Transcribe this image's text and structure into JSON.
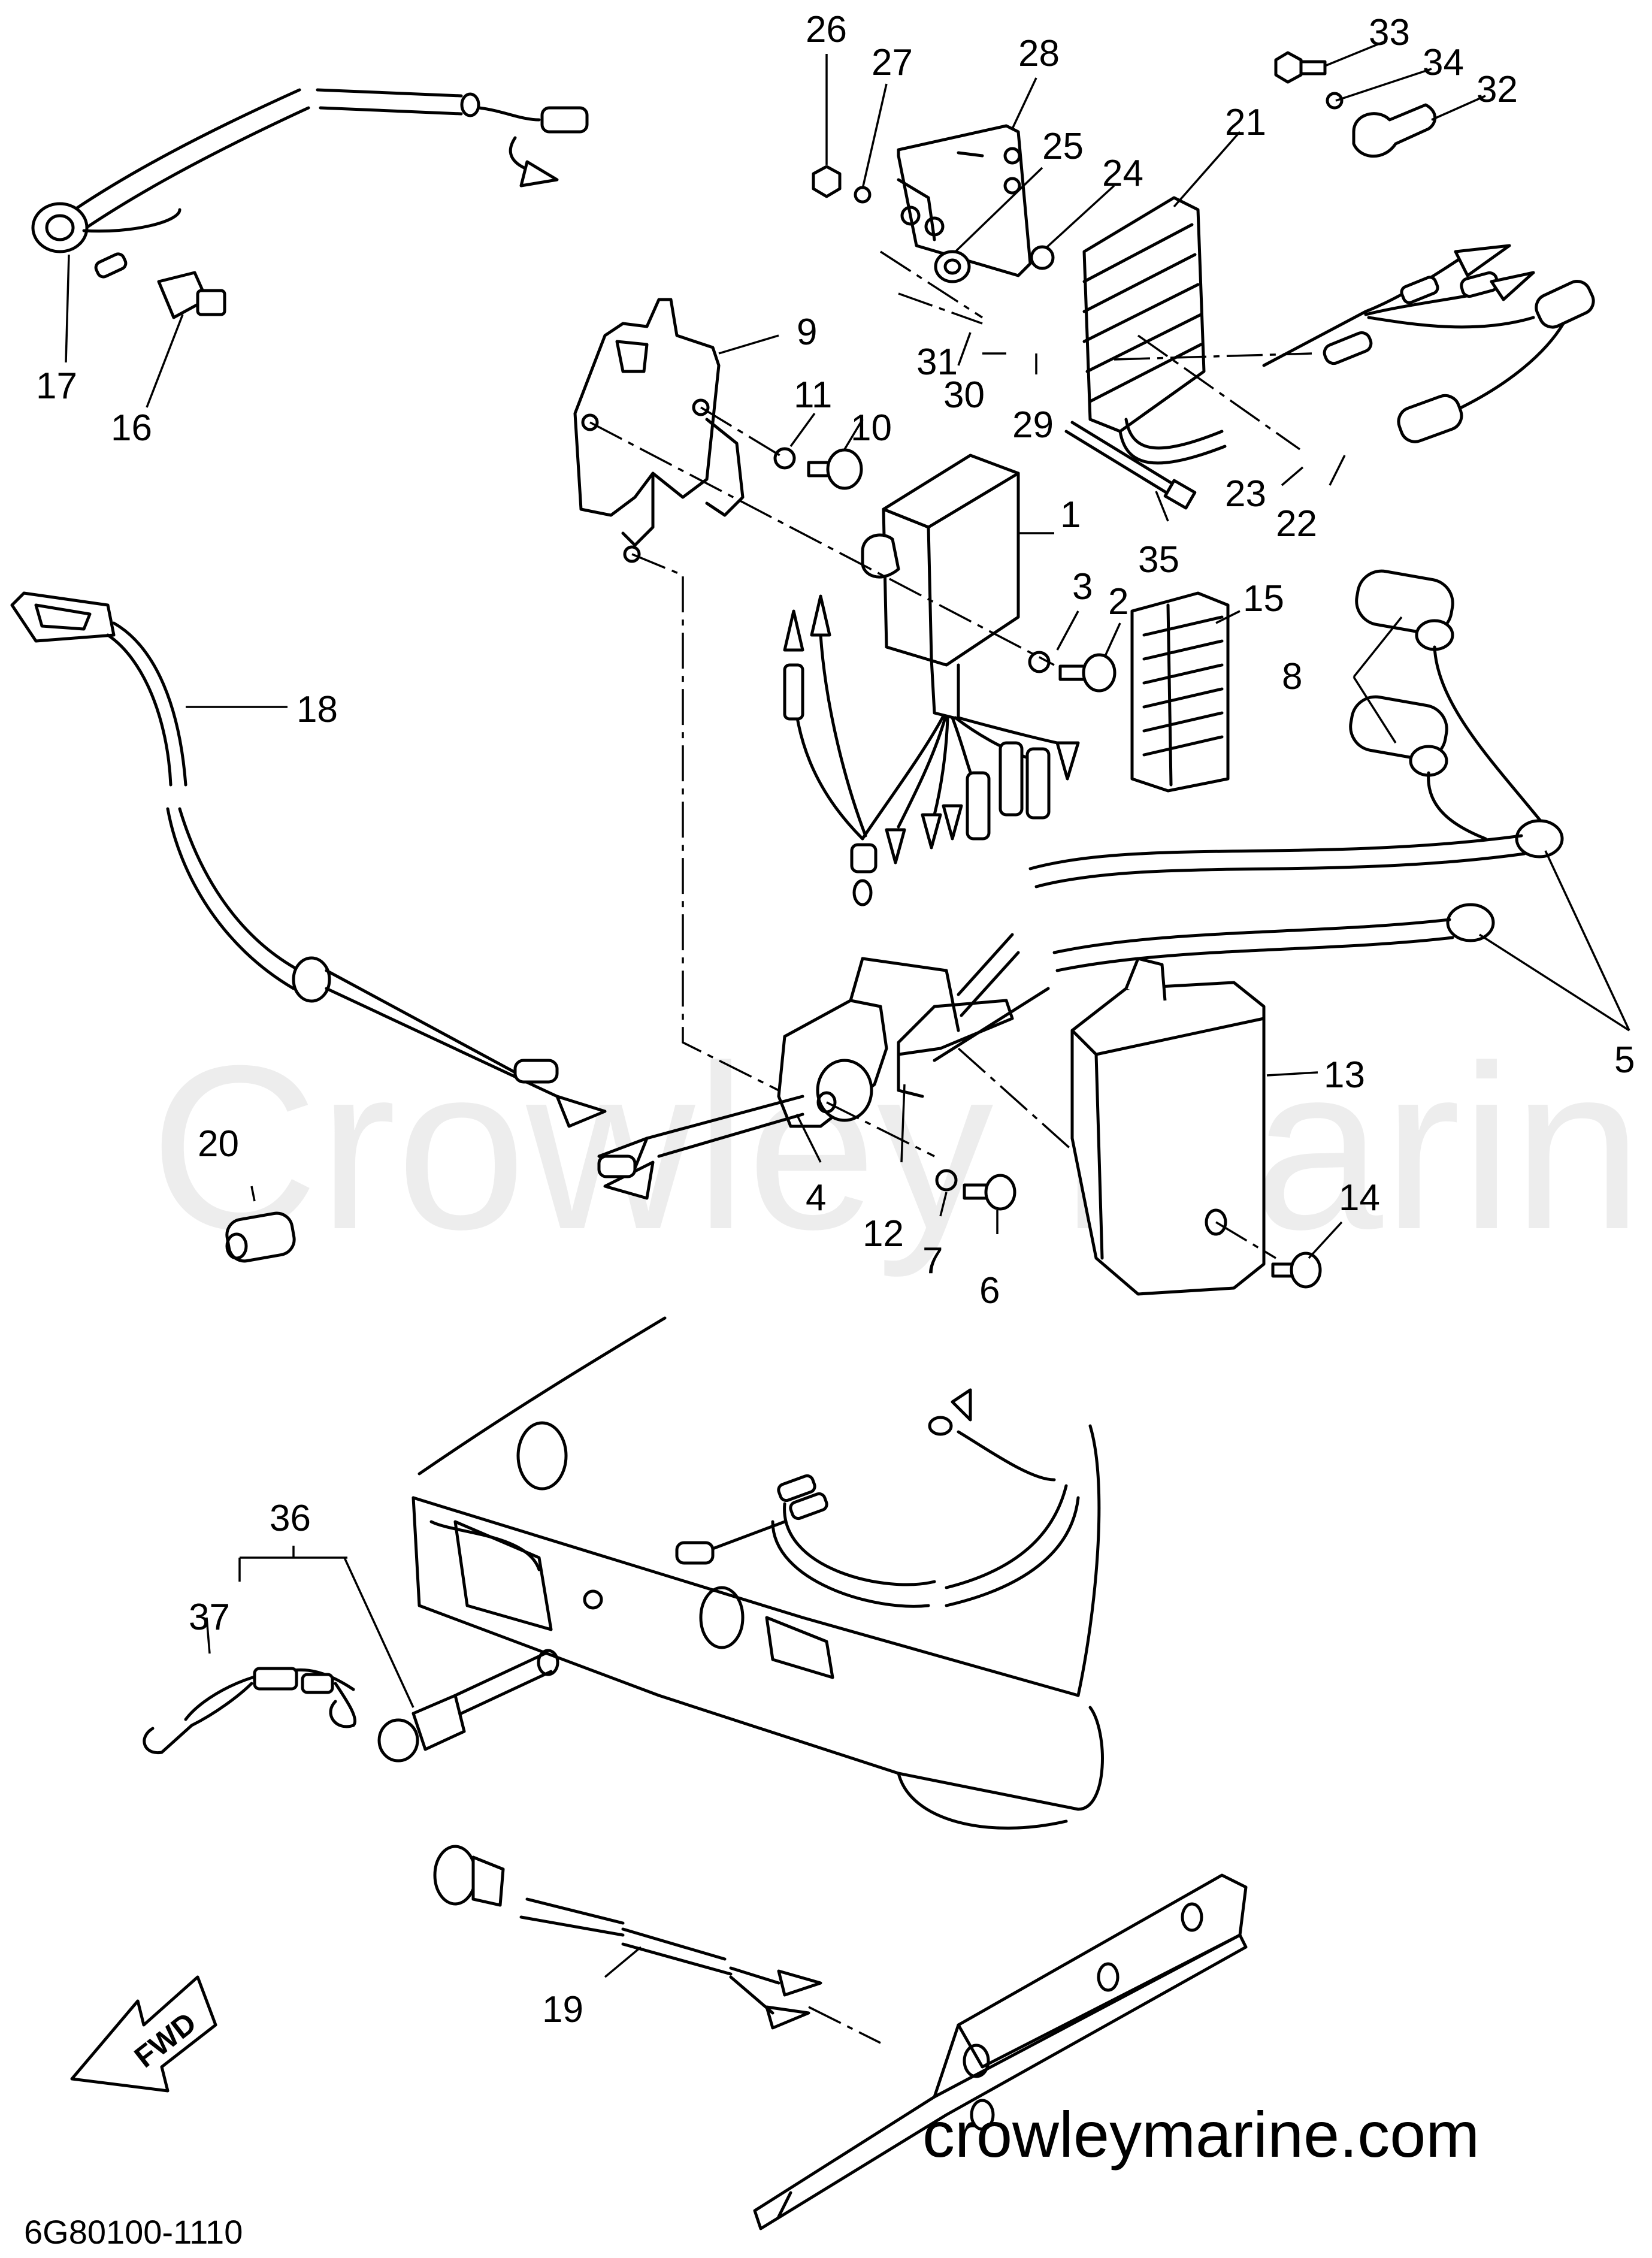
{
  "diagram": {
    "callouts": [
      {
        "id": "1",
        "text": "1"
      },
      {
        "id": "2",
        "text": "2"
      },
      {
        "id": "3",
        "text": "3"
      },
      {
        "id": "4",
        "text": "4"
      },
      {
        "id": "5",
        "text": "5"
      },
      {
        "id": "6",
        "text": "6"
      },
      {
        "id": "7",
        "text": "7"
      },
      {
        "id": "8",
        "text": "8"
      },
      {
        "id": "9",
        "text": "9"
      },
      {
        "id": "10",
        "text": "10"
      },
      {
        "id": "11",
        "text": "11"
      },
      {
        "id": "12",
        "text": "12"
      },
      {
        "id": "13",
        "text": "13"
      },
      {
        "id": "14",
        "text": "14"
      },
      {
        "id": "15",
        "text": "15"
      },
      {
        "id": "16",
        "text": "16"
      },
      {
        "id": "17",
        "text": "17"
      },
      {
        "id": "18",
        "text": "18"
      },
      {
        "id": "19",
        "text": "19"
      },
      {
        "id": "20",
        "text": "20"
      },
      {
        "id": "21",
        "text": "21"
      },
      {
        "id": "22",
        "text": "22"
      },
      {
        "id": "23",
        "text": "23"
      },
      {
        "id": "24",
        "text": "24"
      },
      {
        "id": "25",
        "text": "25"
      },
      {
        "id": "26",
        "text": "26"
      },
      {
        "id": "27",
        "text": "27"
      },
      {
        "id": "28",
        "text": "28"
      },
      {
        "id": "29",
        "text": "29"
      },
      {
        "id": "30",
        "text": "30"
      },
      {
        "id": "31",
        "text": "31"
      },
      {
        "id": "32",
        "text": "32"
      },
      {
        "id": "33",
        "text": "33"
      },
      {
        "id": "34",
        "text": "34"
      },
      {
        "id": "35",
        "text": "35"
      },
      {
        "id": "36",
        "text": "36"
      },
      {
        "id": "37",
        "text": "37"
      }
    ],
    "watermark": "Crowley Marine",
    "website": "crowleymarine.com",
    "drawing_code": "6G80100-1110",
    "direction_label": "FWD"
  },
  "colors": {
    "line": "#000000",
    "background": "#ffffff",
    "watermark": "#d8d8d8"
  }
}
